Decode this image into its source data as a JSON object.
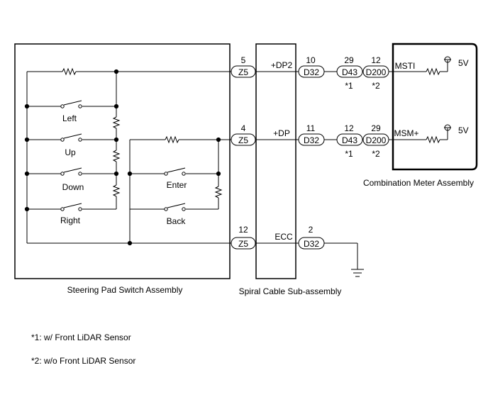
{
  "components": {
    "steering_pad": "Steering Pad Switch Assembly",
    "spiral_cable": "Spiral Cable Sub-assembly",
    "combination_meter": "Combination Meter Assembly"
  },
  "switches": {
    "left": "Left",
    "up": "Up",
    "down": "Down",
    "right": "Right",
    "enter": "Enter",
    "back": "Back"
  },
  "signals": {
    "dp2": "+DP2",
    "dp": "+DP",
    "ecc": "ECC",
    "msti": "MSTI",
    "msm": "MSM+",
    "v5_top": "5V",
    "v5_bottom": "5V"
  },
  "connectors": {
    "z5": "Z5",
    "d32": "D32",
    "d43": "D43",
    "d200": "D200"
  },
  "pins": {
    "row1": {
      "z5": "5",
      "d32": "10",
      "d43": "29",
      "d200": "12"
    },
    "row2": {
      "z5": "4",
      "d32": "11",
      "d43": "12",
      "d200": "29"
    },
    "row3": {
      "z5": "12",
      "d32": "2"
    }
  },
  "notes": {
    "mark1": "*1",
    "mark2": "*2",
    "note1": "*1: w/ Front LiDAR Sensor",
    "note2": "*2: w/o Front LiDAR Sensor"
  }
}
